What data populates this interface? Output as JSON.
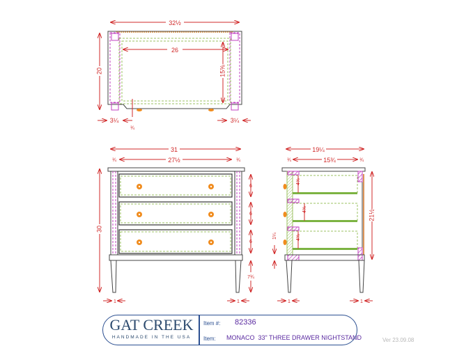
{
  "top_view": {
    "overall_width": "32½",
    "depth": "20",
    "inner_width": "26",
    "inner_depth": "15⅝",
    "left_inset": "3¼",
    "right_inset": "3¼",
    "notch": "¾"
  },
  "front_view": {
    "overall_width": "31",
    "inner_width": "27½",
    "left_post": "¾",
    "right_post": "¾",
    "height": "30",
    "drawer_heights": [
      "6",
      "6",
      "6"
    ],
    "leg_height": "7¾",
    "left_leg": "1",
    "right_leg": "1"
  },
  "side_view": {
    "overall_depth": "19¼",
    "inner_depth": "15¾",
    "front_post": "¾",
    "back_post": "¾",
    "case_height": "21½",
    "drawer_box_heights": [
      "4⅝",
      "4⅝",
      "4⅝"
    ],
    "bottom_rail": "1¼",
    "left_leg": "1",
    "right_leg": "1"
  },
  "colors": {
    "dimension": "#d02828",
    "drawer_box": "#7cb342",
    "post": "#c040c0",
    "knob": "#f08c1e",
    "brand": "#2b4f91"
  },
  "title_block": {
    "logo_name": "GAT CREEK",
    "logo_tagline": "HANDMADE IN THE USA",
    "item_number_label": "Item #:",
    "item_number": "82336",
    "item_label": "Item:",
    "item_name": "MONACO  33\" THREE DRAWER NIGHTSTAND",
    "version": "Ver  23.09.08"
  }
}
